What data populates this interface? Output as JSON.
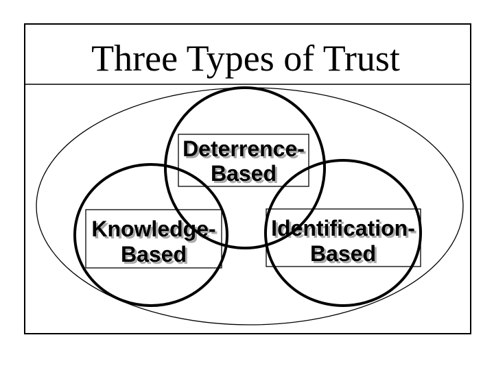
{
  "slide": {
    "title": "Three Types of Trust"
  },
  "diagram": {
    "type": "venn-diagram",
    "outer_shape": "ellipse",
    "circles": [
      {
        "id": "deterrence",
        "label_line1": "Deterrence-",
        "label_line2": "Based"
      },
      {
        "id": "knowledge",
        "label_line1": "Knowledge-",
        "label_line2": "Based"
      },
      {
        "id": "identification",
        "label_line1": "Identification-",
        "label_line2": "Based"
      }
    ]
  },
  "colors": {
    "background": "#ffffff",
    "stroke": "#000000",
    "label_shadow": "#aaaaaa"
  }
}
